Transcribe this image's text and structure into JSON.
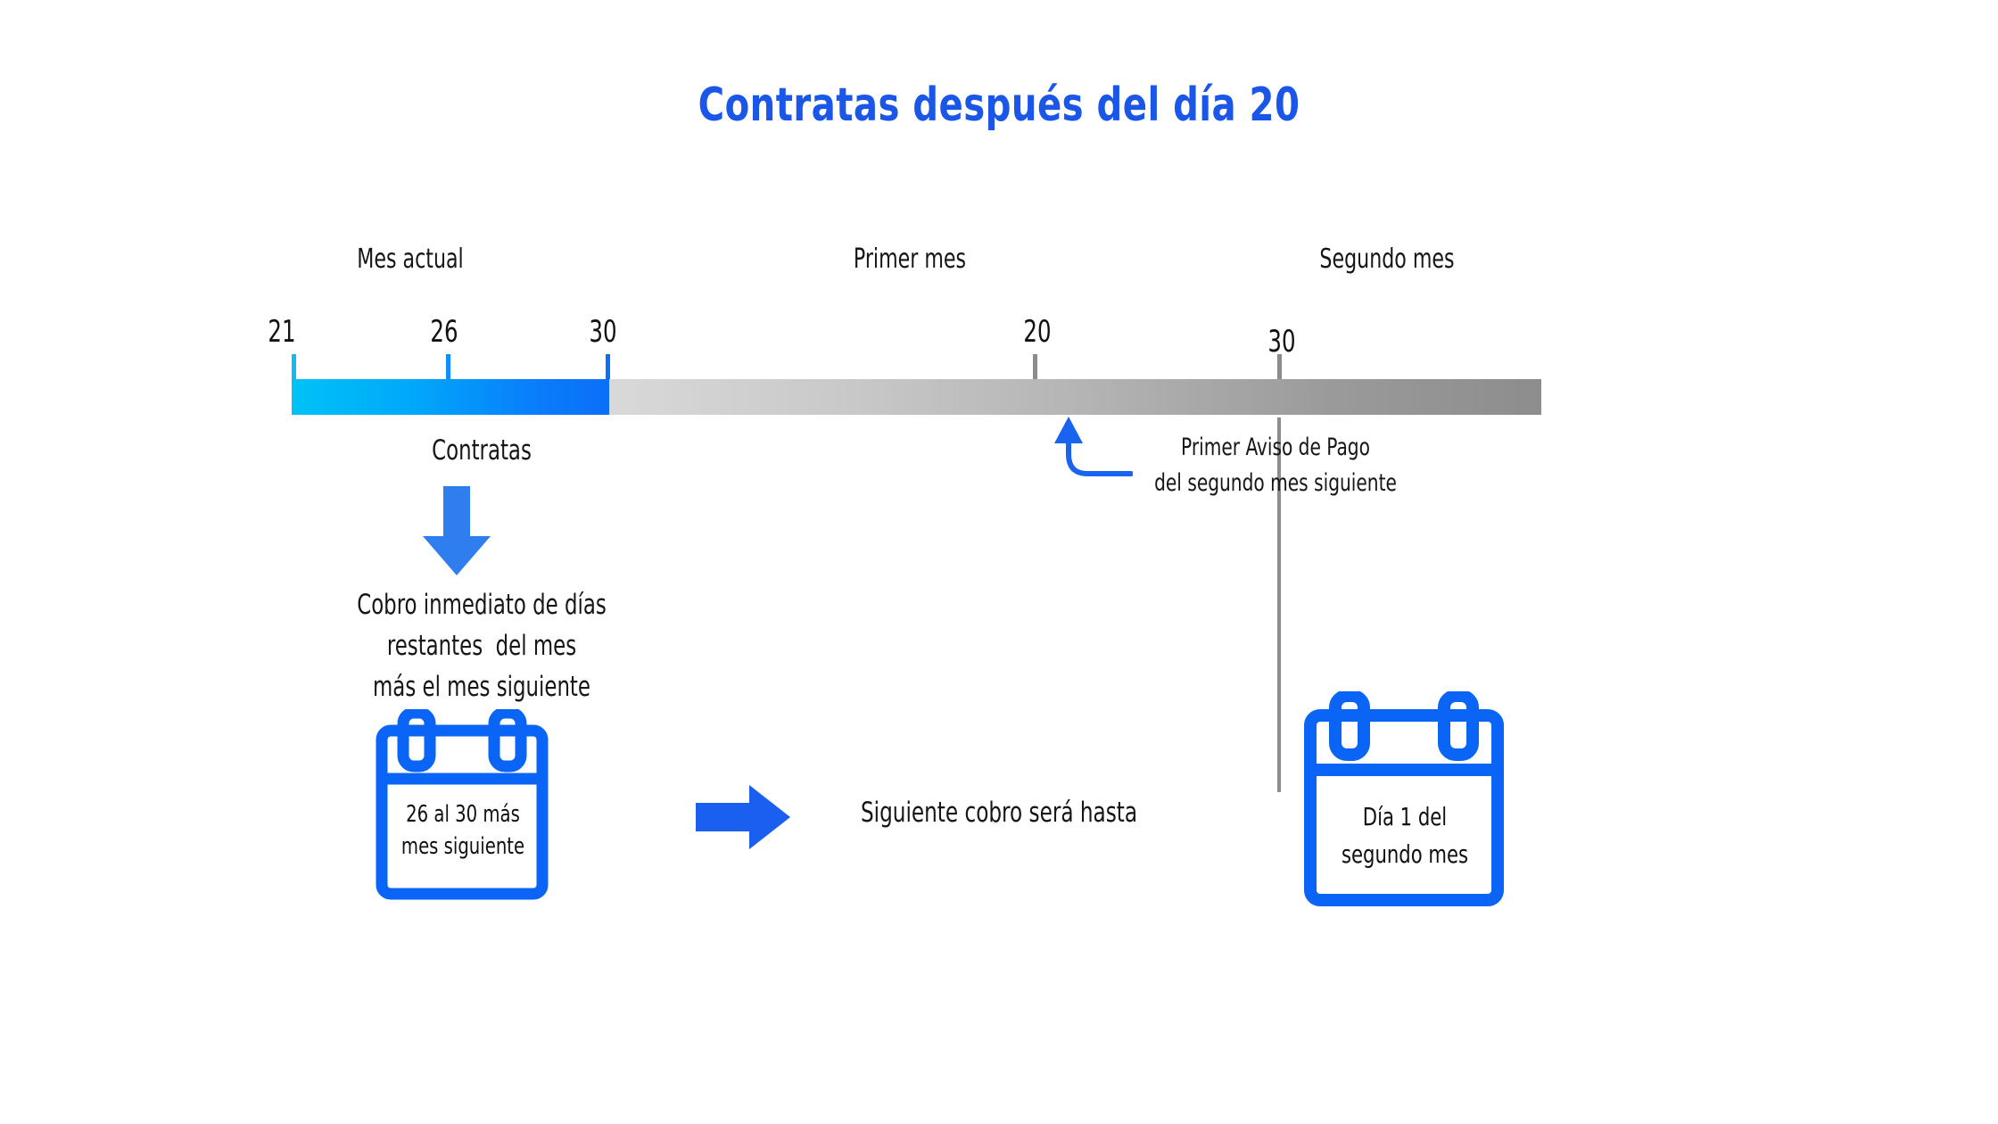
{
  "title": "Contratas después del día 20",
  "colors": {
    "title_blue": "#1a56e8",
    "accent_blue": "#0a6ffb",
    "arrow_blue": "#2f7ef0",
    "bar_blue_start": "#00c2f7",
    "bar_blue_end": "#0b6ff8",
    "bar_gray_start": "#d9d9d9",
    "bar_gray_end": "#8d8d8d",
    "text_black": "#161616",
    "tick_gray": "#8c8c8c"
  },
  "timeline": {
    "sections": [
      {
        "id": "mes-actual",
        "label": "Mes actual"
      },
      {
        "id": "primer-mes",
        "label": "Primer mes"
      },
      {
        "id": "segundo-mes",
        "label": "Segundo mes"
      }
    ],
    "ticks": [
      {
        "id": "t21",
        "label": "21",
        "segment": "blue"
      },
      {
        "id": "t26",
        "label": "26",
        "segment": "blue"
      },
      {
        "id": "t30a",
        "label": "30",
        "segment": "blue"
      },
      {
        "id": "t20",
        "label": "20",
        "segment": "gray"
      },
      {
        "id": "t30b",
        "label": "30",
        "segment": "gray"
      }
    ]
  },
  "annotations": {
    "contratas": "Contratas",
    "cobro_inmediato": "Cobro inmediato de días\nrestantes  del mes\nmás el mes siguiente",
    "primer_aviso": "Primer Aviso de Pago\ndel segundo mes siguiente",
    "siguiente_cobro": "Siguiente cobro será hasta"
  },
  "calendars": {
    "left": {
      "name": "calendar-left",
      "text": "26 al 30 más\nmes siguiente"
    },
    "right": {
      "name": "calendar-right",
      "text": "Día 1 del\nsegundo mes"
    }
  },
  "icons": {
    "arrow_down": "arrow-down-icon",
    "arrow_right": "arrow-right-icon",
    "annotation_arrow": "curved-arrow-up-icon",
    "calendar": "calendar-icon"
  }
}
